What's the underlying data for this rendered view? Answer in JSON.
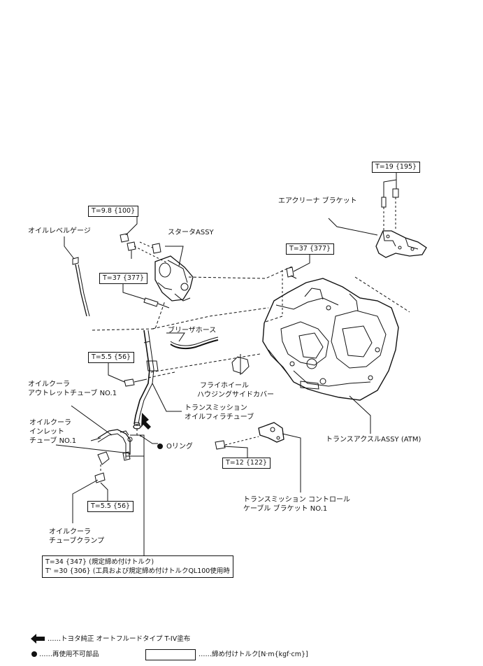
{
  "labels": {
    "oil_level_gauge": "オイルレベルゲージ",
    "starter_assy": "スタータASSY",
    "air_cleaner_bracket": "エアクリーナ ブラケット",
    "breather_hose": "ブリーザホース",
    "flywheel_cover_1": "フライホイール",
    "flywheel_cover_2": "ハウジングサイドカバー",
    "oil_cooler_outlet_1": "オイルクーラ",
    "oil_cooler_outlet_2": "アウトレットチューブ NO.1",
    "trans_filler_tube_1": "トランスミッション",
    "trans_filler_tube_2": "オイルフィラチューブ",
    "oil_cooler_inlet_1": "オイルクーラ",
    "oil_cooler_inlet_2": "インレット",
    "oil_cooler_inlet_3": "チューブ NO.1",
    "o_ring": "Oリング",
    "transaxle_assy": "トランスアクスルASSY (ATM)",
    "control_cable_bracket_1": "トランスミッション コントロール",
    "control_cable_bracket_2": "ケーブル ブラケット NO.1",
    "tube_clamp_1": "オイルクーラ",
    "tube_clamp_2": "チューブクランプ"
  },
  "torque": {
    "t_19": "T=19 {195}",
    "t_98": "T=9.8 {100}",
    "t_37_bolt": "T=37 {377}",
    "t_37_starter": "T=37 {377}",
    "t_55_upper": "T=5.5 {56}",
    "t_12": "T=12 {122}",
    "t_55_lower": "T=5.5 {56}",
    "t_34_line1": "T=34 {347} (規定締め付けトルク)",
    "t_34_line2": "T' =30 {306} (工具および規定締め付けトルクQL100使用時"
  },
  "legend": {
    "arrow_text": "……トヨタ純正 オートフルードタイプ T-IV塗布",
    "dot_text": "……再使用不可部品",
    "box_text": "……締め付けトルク[N·m{kgf·cm}]"
  }
}
